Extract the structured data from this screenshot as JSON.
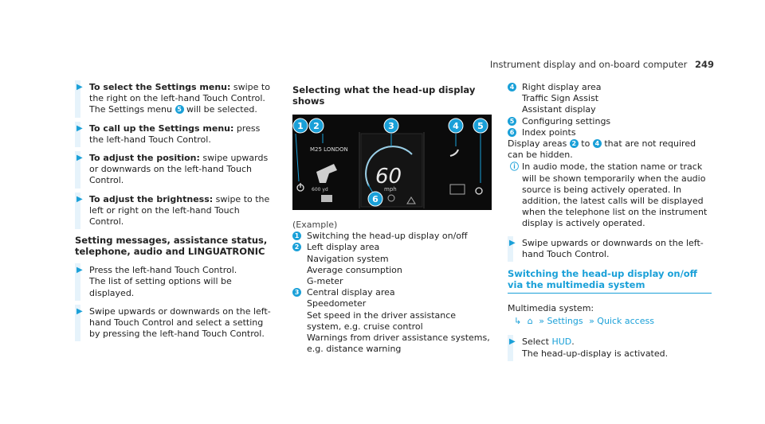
{
  "header": {
    "title": "Instrument display and on-board computer",
    "page": "249"
  },
  "left": {
    "steps": [
      {
        "bold": "To select the Settings menu:",
        "text": " swipe to the right on the left-hand Touch Control.",
        "line2a": "The Settings menu ",
        "badge": "5",
        "line2b": " will be selected."
      },
      {
        "bold": "To call up the Settings menu:",
        "text": " press the left-hand Touch Control."
      },
      {
        "bold": "To adjust the position:",
        "text": " swipe upwards or downwards on the left-hand Touch Control."
      },
      {
        "bold": "To adjust the brightness:",
        "text": " swipe to the left or right on the left-hand Touch Control."
      }
    ],
    "section_heading": "Setting messages, assistance status, telephone, audio and LINGUATRONIC",
    "steps2": [
      {
        "text": "Press the left-hand Touch Control.",
        "line2": "The list of setting options will be displayed."
      },
      {
        "text": "Swipe upwards or downwards on the left-hand Touch Control and select a setting by pressing the left-hand Touch Control."
      }
    ]
  },
  "middle": {
    "heading": "Selecting what the head-up display shows",
    "hud": {
      "nav_title": "M25 LONDON",
      "distance": "600 yd",
      "speed": "60",
      "unit": "mph",
      "callouts": [
        "1",
        "2",
        "3",
        "4",
        "5",
        "6"
      ]
    },
    "caption": "(Example)",
    "items": [
      {
        "n": "1",
        "label": "Switching the head-up display on/off",
        "subs": []
      },
      {
        "n": "2",
        "label": "Left display area",
        "subs": [
          "Navigation system",
          "Average consumption",
          "G-meter"
        ]
      },
      {
        "n": "3",
        "label": "Central display area",
        "subs": [
          "Speedometer",
          "Set speed in the driver assistance system, e.g. cruise control",
          "Warnings from driver assistance systems, e.g. distance warning"
        ]
      }
    ]
  },
  "right": {
    "items": [
      {
        "n": "4",
        "label": "Right display area",
        "subs": [
          "Traffic Sign Assist",
          "Assistant display"
        ]
      },
      {
        "n": "5",
        "label": "Configuring settings",
        "subs": []
      },
      {
        "n": "6",
        "label": "Index points",
        "subs": []
      }
    ],
    "display_areas": {
      "a": "Display areas ",
      "n1": "2",
      "b": " to ",
      "n2": "4",
      "c": " that are not required can be hidden."
    },
    "note": "In audio mode, the station name or track will be shown temporarily when the audio source is being actively operated. In addition, the latest calls will be displayed when the telephone list on the instrument display is actively operated.",
    "step": "Swipe upwards or downwards on the left-hand Touch Control.",
    "section_heading": "Switching the head-up display on/off via the multimedia system",
    "multimedia_label": "Multimedia system:",
    "path": [
      "Settings",
      "Quick access"
    ],
    "select": {
      "a": "Select ",
      "hud": "HUD",
      "b": ".",
      "line2": "The head-up-display is activated."
    }
  },
  "colors": {
    "accent": "#1aa0d8",
    "step_bar": "#e6f3fb"
  }
}
